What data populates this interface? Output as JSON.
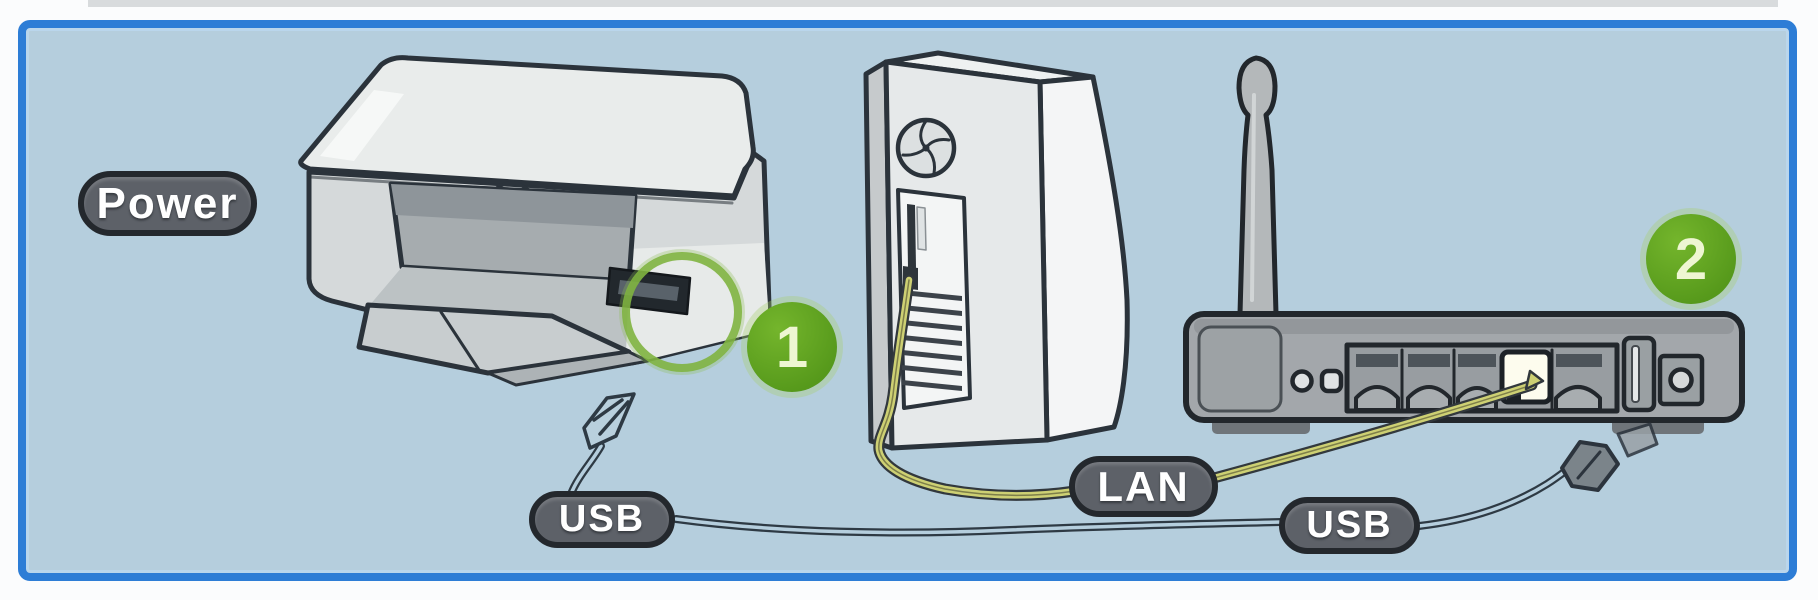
{
  "figure": {
    "labels": {
      "power": "Power",
      "usb_printer": "USB",
      "lan": "LAN",
      "usb_router": "USB"
    },
    "steps": {
      "one": "1",
      "two": "2"
    },
    "colors": {
      "panel_bg": "#b5cedd",
      "panel_border": "#2d7dd6",
      "label_bg": "#5d6168",
      "label_border": "#24282d",
      "label_text": "#ffffff",
      "step_badge_green": "#56991b",
      "highlight_ring_green": "#7fb440",
      "lan_cable_yellow": "#cdd073",
      "usb_cable_dark": "#2e3a44"
    }
  }
}
